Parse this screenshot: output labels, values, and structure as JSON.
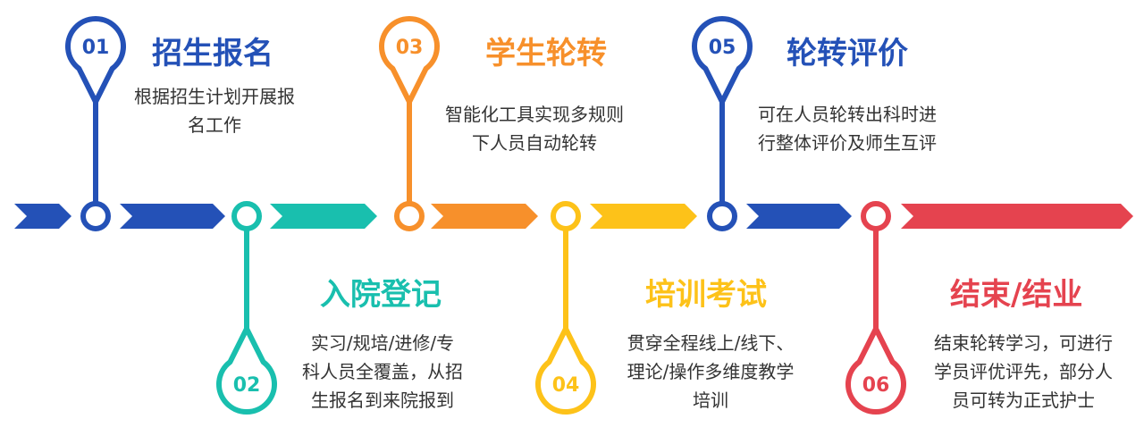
{
  "colors": {
    "blue": "#2451b7",
    "teal": "#19bfae",
    "orange": "#f7902b",
    "yellow": "#fdc219",
    "red": "#e5434f"
  },
  "arrows": [
    {
      "color": "#2451b7"
    },
    {
      "color": "#2451b7"
    },
    {
      "color": "#19bfae"
    },
    {
      "color": "#f7902b"
    },
    {
      "color": "#fdc219"
    },
    {
      "color": "#2451b7"
    },
    {
      "color": "#e5434f"
    }
  ],
  "steps": [
    {
      "number": "01",
      "title": "招生报名",
      "desc_lines": [
        "根据招生计划开展报",
        "名工作"
      ],
      "color": "#2451b7",
      "position": "top"
    },
    {
      "number": "02",
      "title": "入院登记",
      "desc_lines": [
        "实习/规培/进修/专",
        "科人员全覆盖，从招",
        "生报名到来院报到"
      ],
      "color": "#19bfae",
      "position": "bottom"
    },
    {
      "number": "03",
      "title": "学生轮转",
      "desc_lines": [
        "智能化工具实现多规则",
        "下人员自动轮转"
      ],
      "color": "#f7902b",
      "position": "top"
    },
    {
      "number": "04",
      "title": "培训考试",
      "desc_lines": [
        "贯穿全程线上/线下、",
        "理论/操作多维度教学",
        "培训"
      ],
      "color": "#fdc219",
      "position": "bottom"
    },
    {
      "number": "05",
      "title": "轮转评价",
      "desc_lines": [
        "可在人员轮转出科时进",
        "行整体评价及师生互评"
      ],
      "color": "#2451b7",
      "position": "top"
    },
    {
      "number": "06",
      "title": "结束/结业",
      "desc_lines": [
        "结束轮转学习，可进行",
        "学员评优评先，部分人",
        "员可转为正式护士"
      ],
      "color": "#e5434f",
      "position": "bottom"
    }
  ]
}
